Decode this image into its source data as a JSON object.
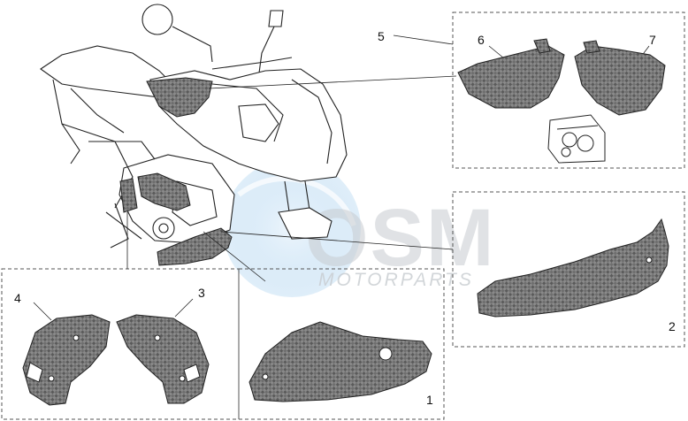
{
  "callouts": {
    "n1": "1",
    "n2": "2",
    "n3": "3",
    "n4": "4",
    "n5": "5",
    "n6": "6",
    "n7": "7"
  },
  "watermark": {
    "brand": "OSM",
    "sub": "MOTORPARTS",
    "color": "#c8ccd0",
    "accent": "#5aa6e0"
  },
  "colors": {
    "line": "#222222",
    "dash": "#555555",
    "carbon_dark": "#5a5a5a",
    "carbon_light": "#9a9a9a"
  }
}
